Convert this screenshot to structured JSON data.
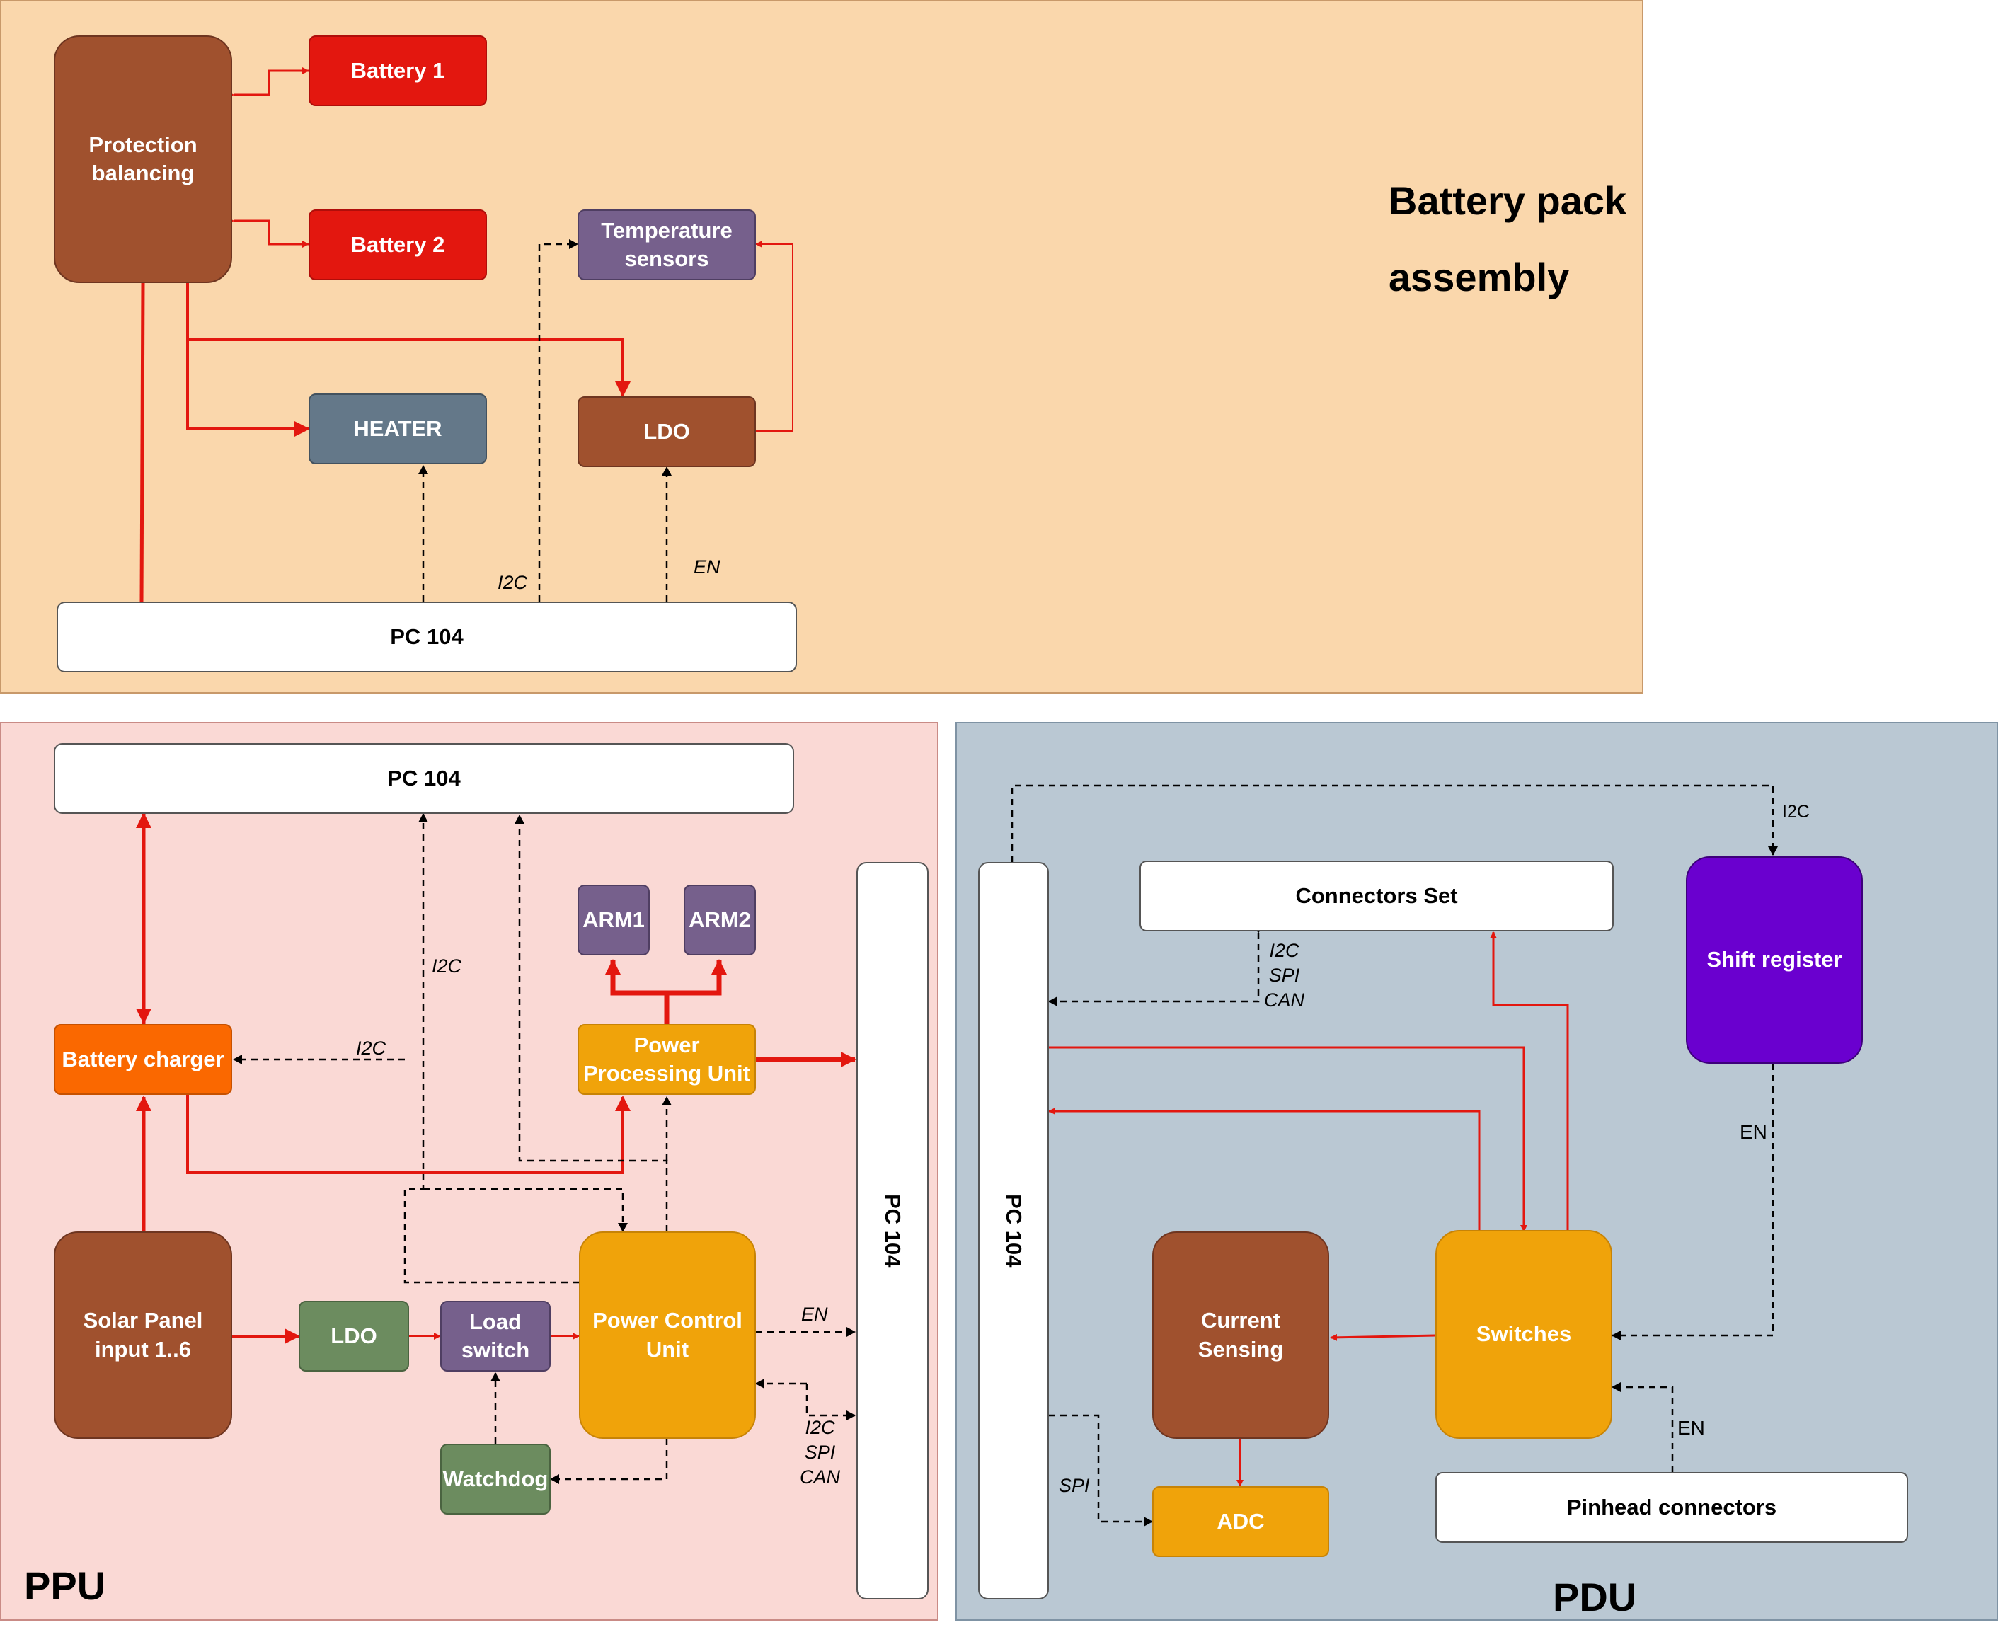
{
  "panels": {
    "battery_title_line1": "Battery pack",
    "battery_title_line2": "assembly",
    "ppu_title": "PPU",
    "pdu_title": "PDU"
  },
  "battery": {
    "protection": "Protection\nbalancing",
    "battery1": "Battery 1",
    "battery2": "Battery 2",
    "temp_sensors": "Temperature\nsensors",
    "heater": "HEATER",
    "ldo": "LDO",
    "pc104": "PC 104",
    "i2c_label": "I2C",
    "en_label": "EN"
  },
  "ppu": {
    "pc104_top": "PC 104",
    "pc104_side": "PC 104",
    "arm1": "ARM1",
    "arm2": "ARM2",
    "battery_charger": "Battery charger",
    "power_processing": "Power\nProcessing Unit",
    "solar_panel": "Solar Panel\ninput 1..6",
    "ldo": "LDO",
    "load_switch": "Load\nswitch",
    "power_control": "Power Control\nUnit",
    "watchdog": "Watchdog",
    "i2c_label_1": "I2C",
    "i2c_label_2": "I2C",
    "en_label": "EN",
    "bus_label": "I2C\nSPI\nCAN"
  },
  "pdu": {
    "pc104_side": "PC 104",
    "connectors_set": "Connectors Set",
    "shift_register": "Shift register",
    "current_sensing": "Current\nSensing",
    "switches": "Switches",
    "adc": "ADC",
    "pinhead": "Pinhead connectors",
    "i2c_label": "I2C",
    "bus_label": "I2C\nSPI\nCAN",
    "en_label_1": "EN",
    "en_label_2": "EN",
    "spi_label": "SPI"
  },
  "colors": {
    "battery_bg": "#fad7ac",
    "ppu_bg": "#fad9d5",
    "pdu_bg": "#bac8d3",
    "power_line": "#e3170f",
    "signal_line": "#000000"
  }
}
